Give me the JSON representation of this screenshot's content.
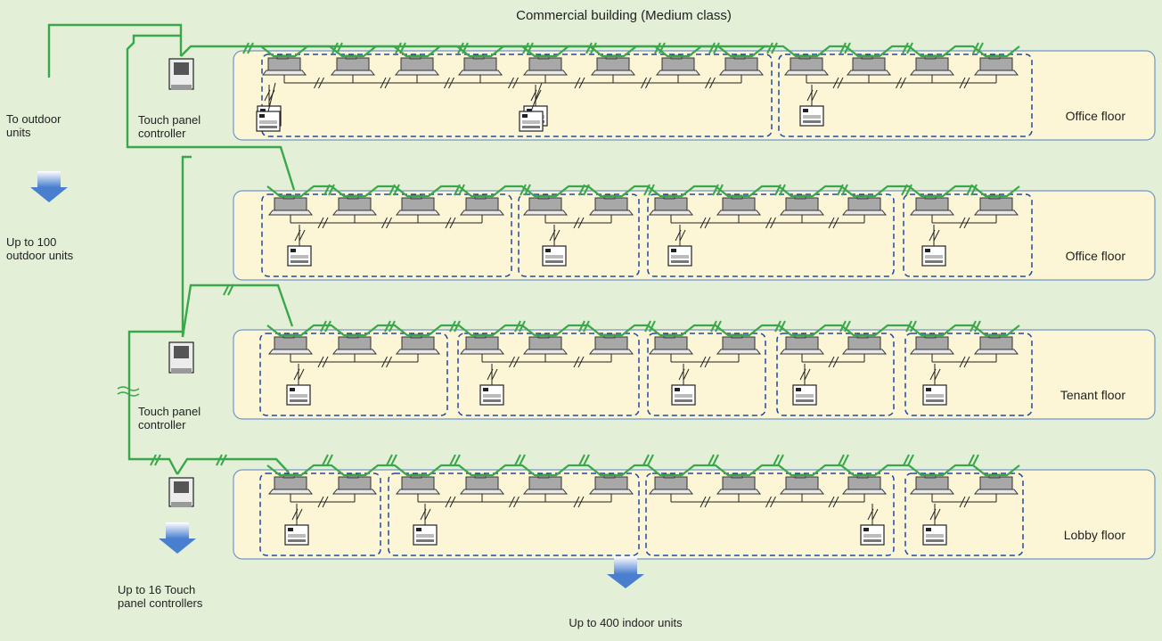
{
  "title": "Commercial building (Medium class)",
  "labels": {
    "to_outdoor": [
      "To outdoor",
      "units"
    ],
    "outdoor_limit": [
      "Up to 100",
      "outdoor units"
    ],
    "touch_panel_top": [
      "Touch panel",
      "controller"
    ],
    "touch_panel_mid": [
      "Touch panel",
      "controller"
    ],
    "touch_panel_limit": [
      "Up to 16 Touch",
      "panel controllers"
    ],
    "indoor_limit": "Up to 400 indoor units"
  },
  "floors": [
    {
      "name": "Office floor",
      "units": [
        319,
        396,
        468,
        539,
        612,
        688,
        761,
        832,
        905,
        975,
        1046,
        1118
      ],
      "zones": [
        [
          294,
          866
        ],
        [
          874,
          1158
        ]
      ],
      "remotes": [
        [
          289,
          318,
          1
        ],
        [
          588,
          613,
          1
        ],
        [
          898,
          null,
          0
        ]
      ],
      "signals": [
        [
          276,
          54
        ],
        [
          376,
          54
        ],
        [
          447,
          54
        ],
        [
          517,
          54
        ],
        [
          590,
          54
        ],
        [
          661,
          54
        ],
        [
          738,
          54
        ],
        [
          799,
          54
        ],
        [
          864,
          54
        ],
        [
          946,
          54
        ],
        [
          1016,
          54
        ],
        [
          1095,
          54
        ]
      ]
    },
    {
      "name": "Office floor",
      "units": [
        326,
        398,
        469,
        541,
        612,
        686,
        753,
        829,
        900,
        970,
        1046,
        1118
      ],
      "zones": [
        [
          294,
          574
        ],
        [
          582,
          717
        ],
        [
          727,
          1003
        ],
        [
          1014,
          1158
        ]
      ],
      "remotes": [
        [
          323,
          null,
          0
        ],
        [
          609,
          null,
          0
        ],
        [
          750,
          null,
          0
        ],
        [
          1035,
          null,
          0
        ]
      ],
      "signals": [
        [
          367,
          213
        ],
        [
          440,
          213
        ],
        [
          513,
          213
        ],
        [
          587,
          213
        ],
        [
          653,
          213
        ],
        [
          726,
          213
        ],
        [
          803,
          213
        ],
        [
          873,
          213
        ],
        [
          943,
          213
        ],
        [
          1015,
          213
        ],
        [
          1088,
          213
        ]
      ]
    },
    {
      "name": "Tenant floor",
      "units": [
        326,
        398,
        469,
        541,
        612,
        686,
        753,
        829,
        900,
        970,
        1046,
        1118
      ],
      "zones": [
        [
          292,
          502
        ],
        [
          514,
          717
        ],
        [
          727,
          859
        ],
        [
          872,
          1003
        ],
        [
          1016,
          1158
        ]
      ],
      "remotes": [
        [
          322,
          null,
          0
        ],
        [
          539,
          null,
          0
        ],
        [
          754,
          null,
          0
        ],
        [
          890,
          null,
          0
        ],
        [
          1036,
          null,
          0
        ]
      ],
      "signals": [
        [
          254,
          325
        ],
        [
          363,
          366
        ],
        [
          435,
          366
        ],
        [
          508,
          366
        ],
        [
          581,
          366
        ],
        [
          653,
          366
        ],
        [
          727,
          366
        ],
        [
          801,
          366
        ],
        [
          873,
          366
        ],
        [
          946,
          366
        ],
        [
          1020,
          366
        ],
        [
          1092,
          366
        ]
      ]
    },
    {
      "name": "Lobby floor",
      "units": [
        326,
        398,
        469,
        541,
        612,
        686,
        753,
        829,
        900,
        970,
        1046,
        1118
      ],
      "zones": [
        [
          292,
          427
        ],
        [
          436,
          717
        ],
        [
          725,
          1003
        ],
        [
          1016,
          1148
        ]
      ],
      "remotes": [
        [
          320,
          null,
          0
        ],
        [
          464,
          null,
          0
        ],
        [
          966,
          null,
          0
        ],
        [
          1036,
          null,
          0
        ]
      ],
      "signals": [
        [
          172,
          516
        ],
        [
          246,
          516
        ],
        [
          365,
          516
        ],
        [
          437,
          516
        ],
        [
          508,
          516
        ],
        [
          581,
          516
        ],
        [
          653,
          516
        ],
        [
          725,
          516
        ],
        [
          798,
          516
        ],
        [
          871,
          516
        ],
        [
          944,
          516
        ],
        [
          1017,
          516
        ],
        [
          1090,
          516
        ]
      ]
    }
  ]
}
